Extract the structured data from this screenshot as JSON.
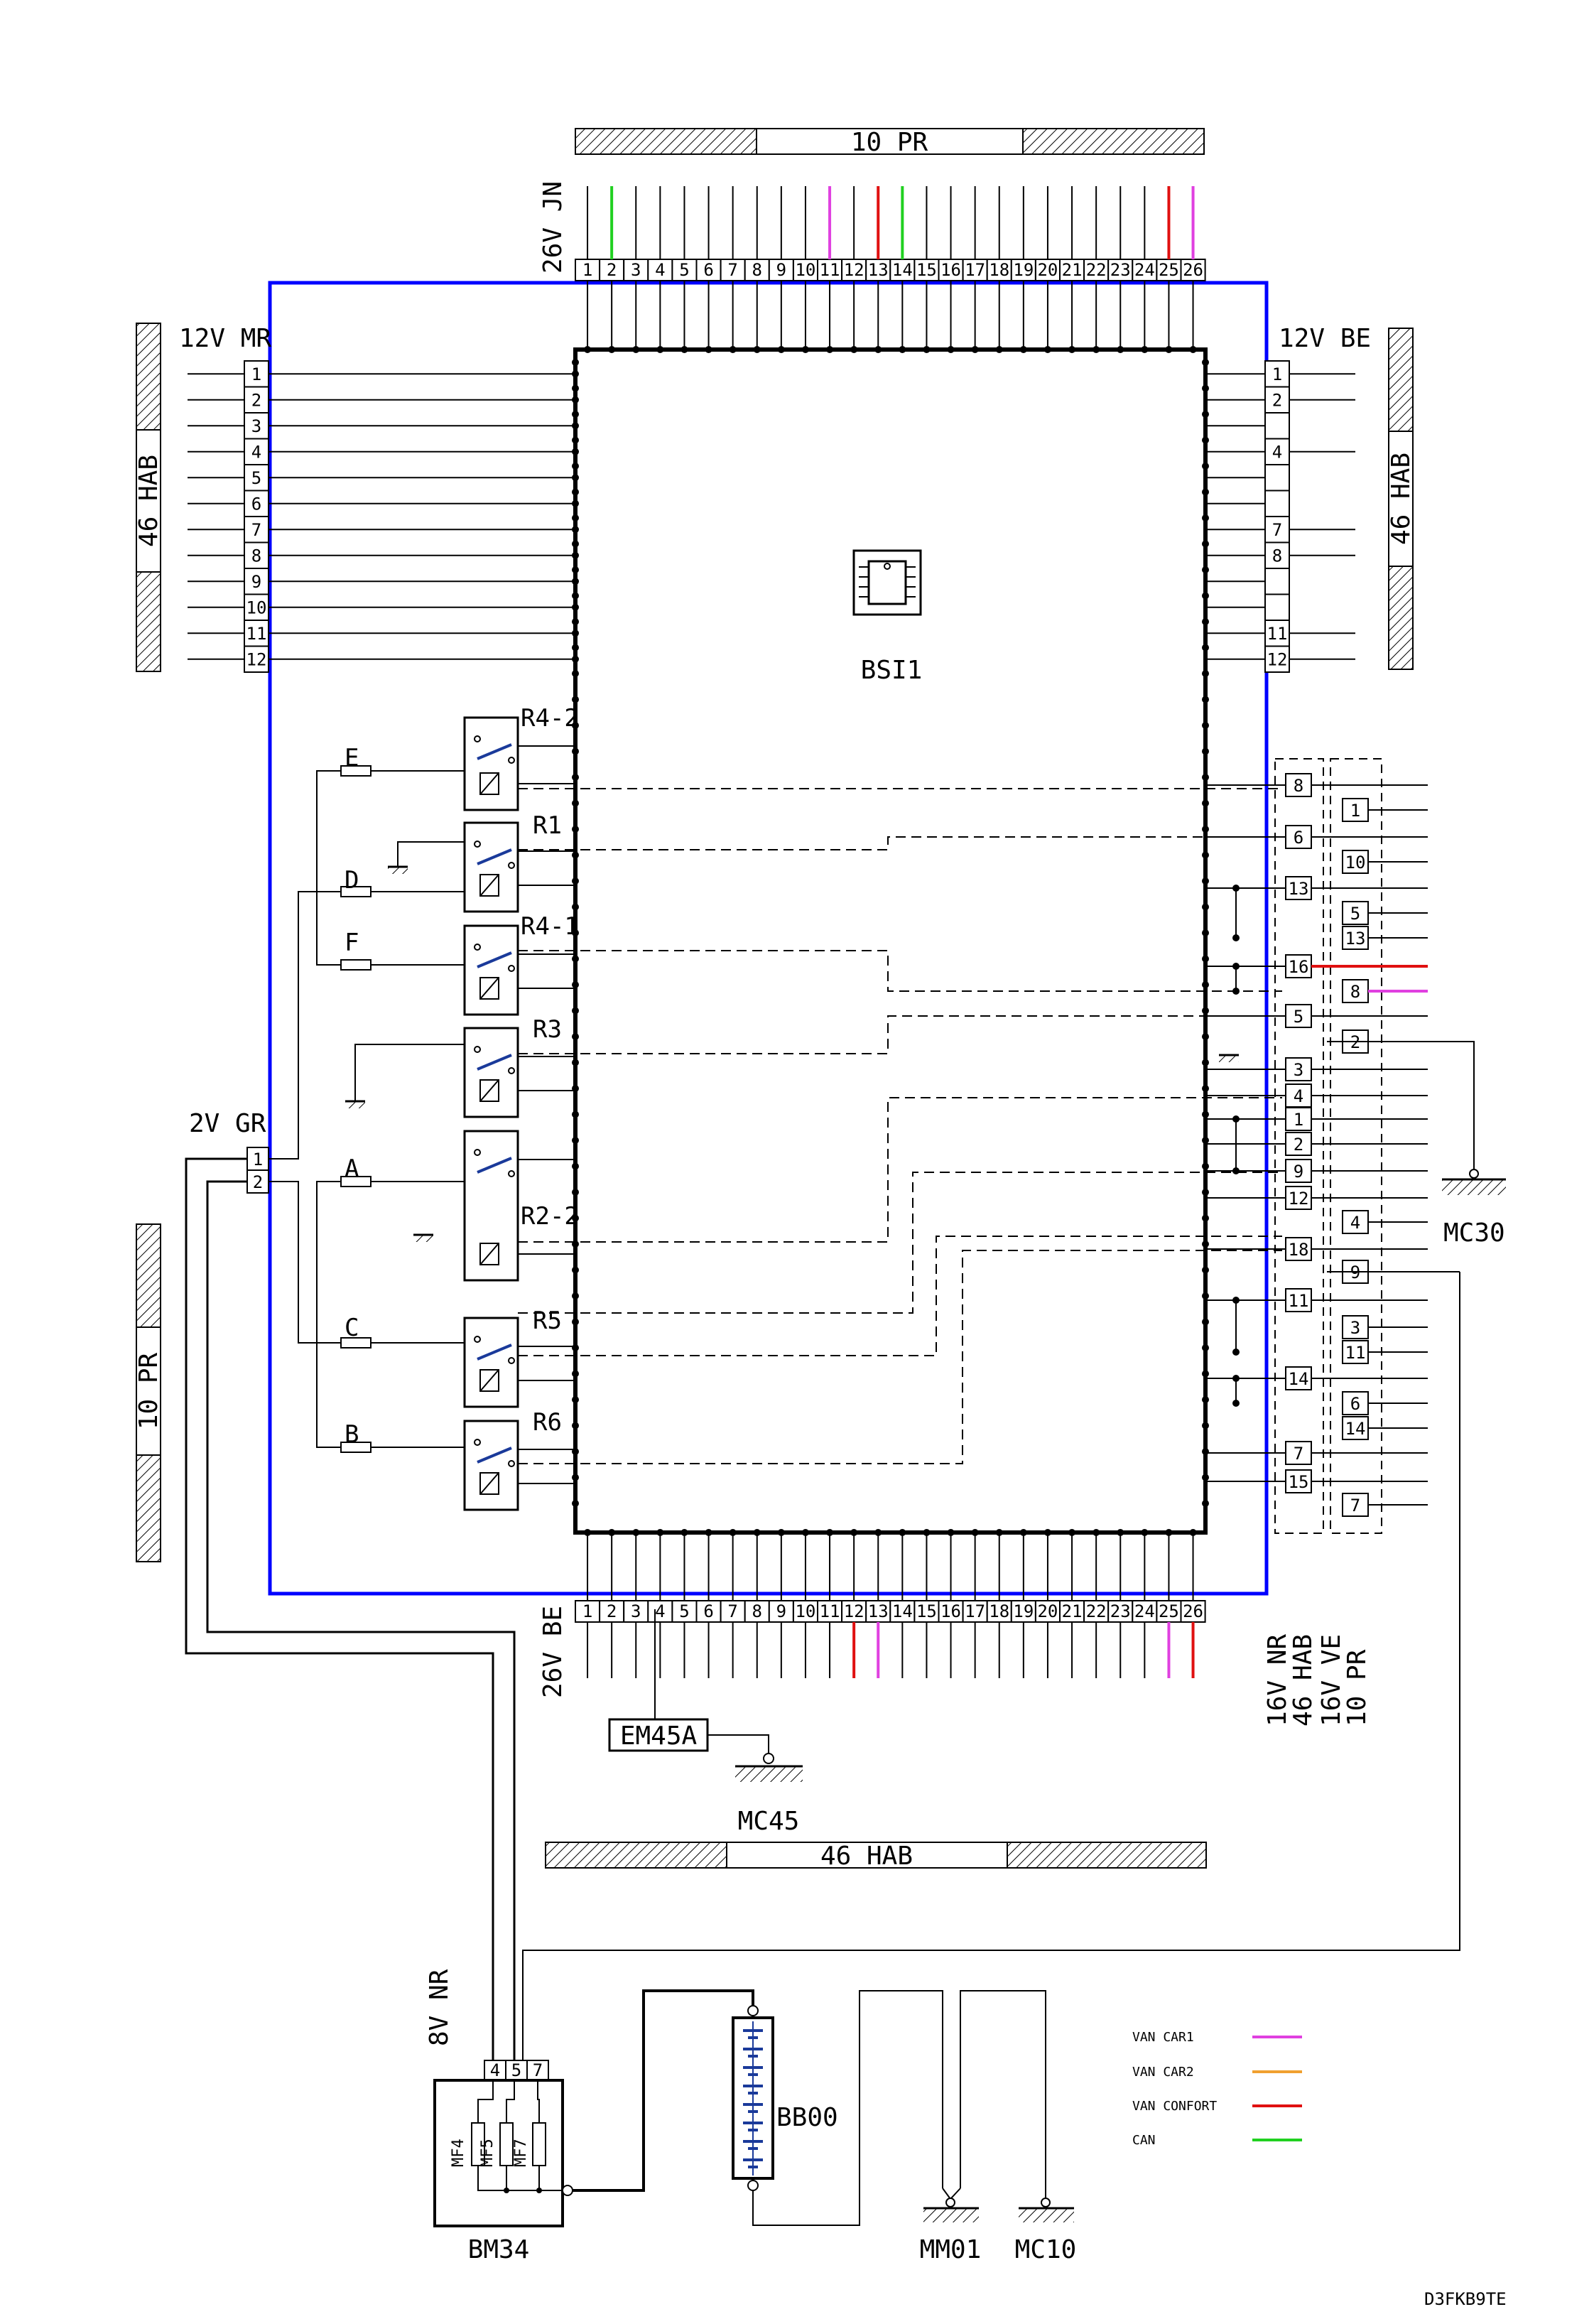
{
  "diagram": {
    "ecu_label": "BSI1",
    "top_band": "10 PR",
    "bottom_band": "46 HAB",
    "left_band_top": "46 HAB",
    "left_band_bottom": "10 PR",
    "right_band": "46 HAB",
    "connector_top_name": "26V JN",
    "connector_bottom_name": "26V BE",
    "connector_left_top_name": "12V MR",
    "connector_right_top_name": "12V BE",
    "connector_left_mid_name": "2V GR",
    "connector_bm34_name": "8V NR",
    "connector_right_bottom_1": "16V NR",
    "connector_right_bottom_2": "46 HAB",
    "connector_right_bottom_3": "16V VE",
    "connector_right_bottom_4": "10 PR",
    "relays": [
      "R4-2",
      "R1",
      "R4-1",
      "R3",
      "R2-2",
      "R5",
      "R6"
    ],
    "fuses": [
      "E",
      "D",
      "F",
      "A",
      "C",
      "B"
    ],
    "em45a": "EM45A",
    "mc45": "MC45",
    "mc30": "MC30",
    "bm34": "BM34",
    "bb00": "BB00",
    "mm01": "MM01",
    "mc10": "MC10",
    "mf": [
      "MF4",
      "MF5",
      "MF7"
    ],
    "bm34_pins": [
      "4",
      "5",
      "7"
    ],
    "ref_code": "D3FKB9TE",
    "left_pins": [
      "1",
      "2",
      "3",
      "4",
      "5",
      "6",
      "7",
      "8",
      "9",
      "10",
      "11",
      "12"
    ],
    "right_pins": [
      "1",
      "2",
      "4",
      "7",
      "8",
      "11",
      "12"
    ],
    "gr_pins": [
      "1",
      "2"
    ],
    "mid_col_pins": [
      "8",
      "6",
      "13",
      "16",
      "5",
      "3",
      "4",
      "1",
      "2",
      "9",
      "12",
      "18",
      "11",
      "14",
      "7",
      "15"
    ],
    "right_col_pins": [
      "1",
      "10",
      "5",
      "13",
      "8",
      "2",
      "4",
      "9",
      "3",
      "11",
      "6",
      "14",
      "7"
    ],
    "legend": [
      {
        "label": "VAN CAR1",
        "color": "#e040e0"
      },
      {
        "label": "VAN CAR2",
        "color": "#f0a030"
      },
      {
        "label": "VAN CONFORT",
        "color": "#e01010"
      },
      {
        "label": "CAN",
        "color": "#20d020"
      }
    ]
  }
}
